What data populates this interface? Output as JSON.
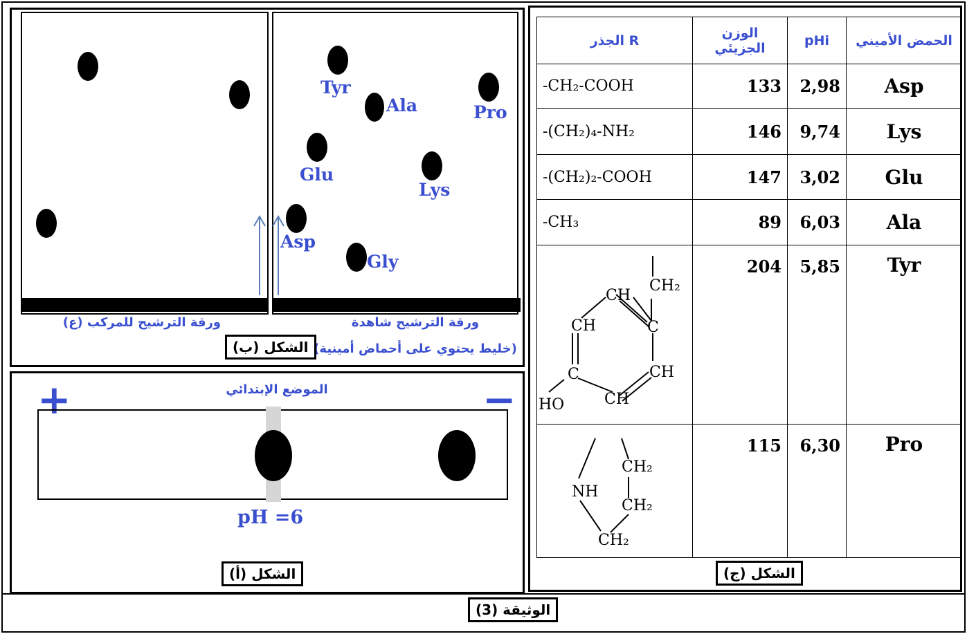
{
  "document_caption": "الوثيقة (3)",
  "figure_a": {
    "caption": "الشكل (أ)",
    "plus_sign": "+",
    "minus_sign": "−",
    "start_label": "الموضع الإبتدائي",
    "ph_label": "pH =6"
  },
  "figure_b": {
    "caption": "الشكل (ب)",
    "left_paper_label": "ورقة الترشيح للمركب (ع)",
    "right_paper_label": "ورقة الترشيح شاهدة",
    "right_paper_sublabel": "(خليط يحتوي على أحماض أمينية)",
    "spot_labels": {
      "tyr": "Tyr",
      "ala": "Ala",
      "pro": "Pro",
      "glu": "Glu",
      "lys": "Lys",
      "asp": "Asp",
      "gly": "Gly"
    }
  },
  "figure_c": {
    "caption": "الشكل (ج)",
    "headers": {
      "amino_acid": "الحمض الأميني",
      "phi": "pHi",
      "mw": "الوزن الجزيئي",
      "r": "الجذر R"
    },
    "rows": [
      {
        "name": "Asp",
        "phi": "2,98",
        "mw": "133",
        "r": "-CH₂-COOH"
      },
      {
        "name": "Lys",
        "phi": "9,74",
        "mw": "146",
        "r": "-(CH₂)₄-NH₂"
      },
      {
        "name": "Glu",
        "phi": "3,02",
        "mw": "147",
        "r": "-(CH₂)₂-COOH"
      },
      {
        "name": "Ala",
        "phi": "6,03",
        "mw": "89",
        "r": "-CH₃"
      },
      {
        "name": "Tyr",
        "phi": "5,85",
        "mw": "204",
        "r": ""
      },
      {
        "name": "Pro",
        "phi": "6,30",
        "mw": "115",
        "r": ""
      }
    ],
    "tyr_structure": {
      "ch2": "CH₂",
      "ch_top": "CH",
      "ch_left": "CH",
      "c_right": "C",
      "c_left": "C",
      "ch_right": "CH",
      "ch_bottom": "CH",
      "ho": "HO"
    },
    "pro_structure": {
      "ch2_a": "CH₂",
      "ch2_b": "CH₂",
      "ch2_c": "CH₂",
      "nh": "NH"
    }
  }
}
